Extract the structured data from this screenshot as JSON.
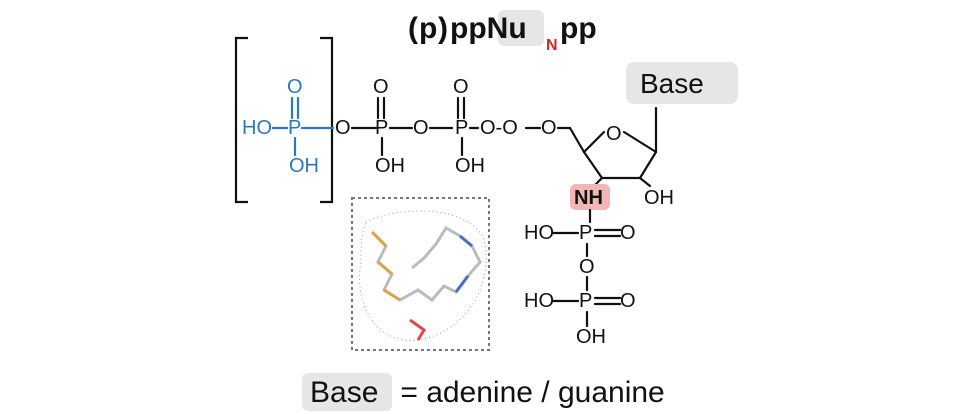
{
  "title": {
    "open_paren": "(",
    "p_blue": "p",
    "close_paren": ")",
    "ppNu": "ppNu",
    "subscript": "N",
    "pp": "pp"
  },
  "labels": {
    "base": "Base",
    "ho": "HO",
    "oh": "OH",
    "o": "O",
    "p": "P",
    "nh": "NH",
    "oo": "O-O",
    "ho_p": "HO-P",
    "oh_ring": "OH"
  },
  "caption": {
    "base": "Base",
    "rest": " = adenine / guanine"
  },
  "colors": {
    "blue": "#2a78c2",
    "red": "#d8232a",
    "highlight_gray": "#e6e6e6",
    "highlight_red": "#f3b6b6"
  },
  "inset": {
    "description_icon": "electron-density-map-thumbnail"
  }
}
